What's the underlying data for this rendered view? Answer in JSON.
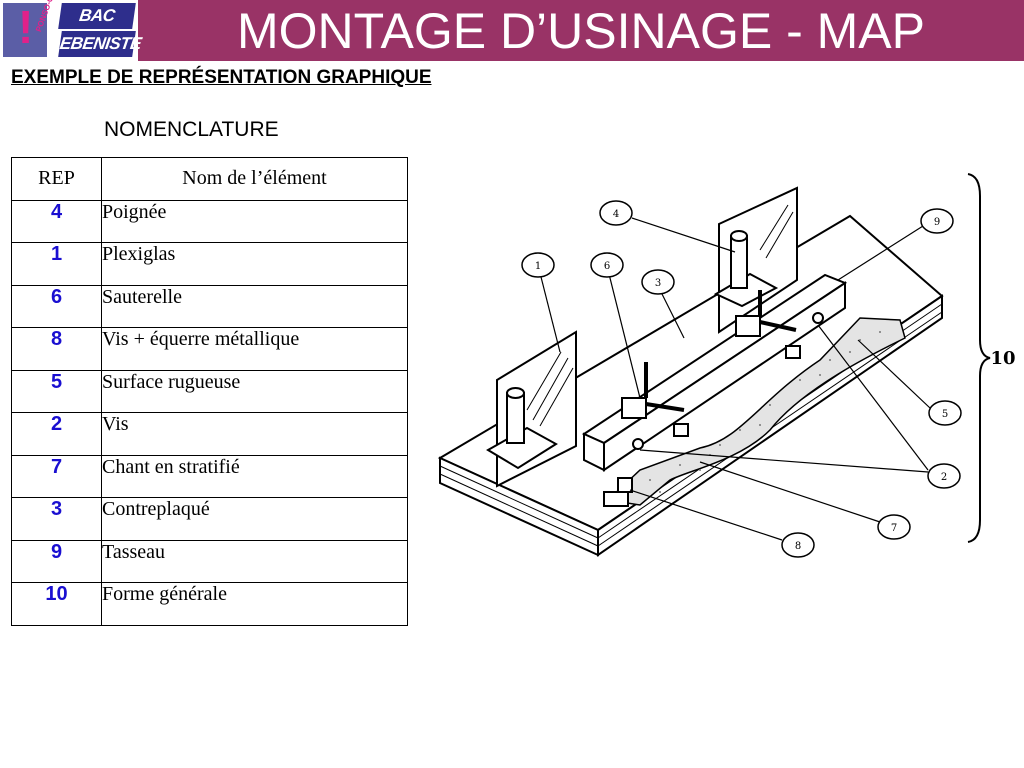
{
  "header": {
    "title": "MONTAGE D’USINAGE - MAP",
    "logo": {
      "exclamation": "!",
      "line1": "BAC PRO",
      "line2": "EBENISTE",
      "side": "PONSO-CHAPUIS"
    },
    "colors": {
      "banner": "#993366",
      "rep_numbers": "#1a0fd1"
    }
  },
  "subtitle": "EXEMPLE DE REPRÉSENTATION GRAPHIQUE",
  "nomenclature": {
    "title": "NOMENCLATURE",
    "headers": [
      "REP",
      "Nom de l’élément"
    ],
    "rows": [
      {
        "rep": "4",
        "name": "Poignée"
      },
      {
        "rep": "1",
        "name": "Plexiglas"
      },
      {
        "rep": "6",
        "name": "Sauterelle"
      },
      {
        "rep": "8",
        "name": "Vis + équerre métallique"
      },
      {
        "rep": "5",
        "name": "Surface rugueuse"
      },
      {
        "rep": "2",
        "name": "Vis"
      },
      {
        "rep": "7",
        "name": "Chant en stratifié"
      },
      {
        "rep": "3",
        "name": "Contreplaqué"
      },
      {
        "rep": "9",
        "name": "Tasseau"
      },
      {
        "rep": "10",
        "name": "Forme générale"
      }
    ]
  },
  "drawing": {
    "callouts": [
      "4",
      "9",
      "1",
      "6",
      "3",
      "5",
      "2",
      "7",
      "8"
    ],
    "brace_label": "10"
  }
}
